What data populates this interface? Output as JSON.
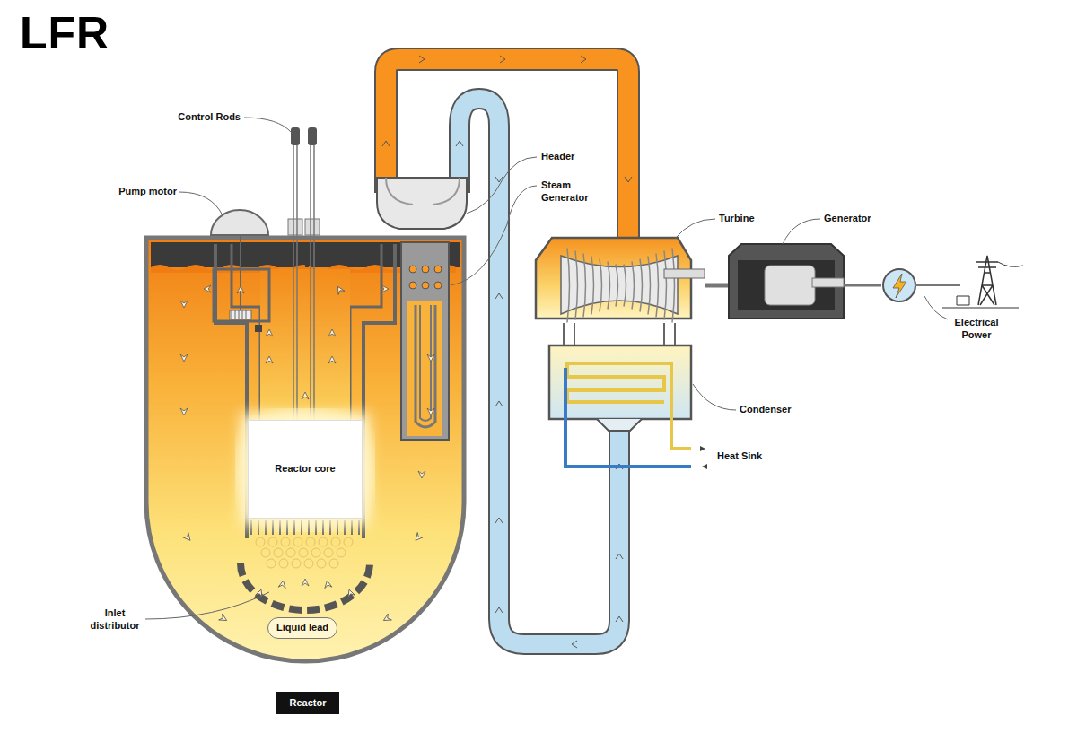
{
  "diagram": {
    "title": "LFR",
    "nodes": [
      {
        "text": [
          "Reactor core"
        ]
      },
      {
        "text": [
          "Liquid lead"
        ]
      },
      {
        "text": [
          "Reactor"
        ]
      }
    ],
    "labels": [
      "Control Rods",
      "Pump motor",
      "Header",
      "Steam Generator",
      "Turbine",
      "Generator",
      "Electrical Power",
      "Condenser",
      "Heat Sink",
      "Inlet distributor"
    ]
  }
}
